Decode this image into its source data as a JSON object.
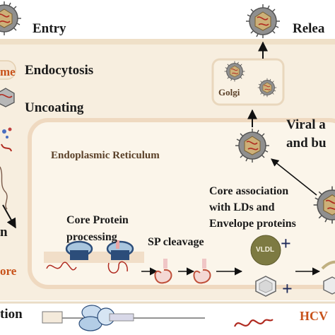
{
  "labels": {
    "entry": "Entry",
    "release": "Relea",
    "endosome_fragment": "me",
    "endocytosis": "Endocytosis",
    "uncoating": "Uncoating",
    "golgi": "Golgi",
    "viral_assembly_line1": "Viral a",
    "viral_assembly_line2": "and bu",
    "endoplasmic_reticulum": "Endoplasmic Reticulum",
    "core_association_line1": "Core association",
    "core_association_line2": "with LDs and",
    "core_association_line3": "Envelope proteins",
    "core_protein_line1": "Core Protein",
    "core_protein_line2": "processing",
    "sp_cleavage": "SP cleavage",
    "vldl": "VLDL",
    "plus": "+",
    "left_fragment_n": "n",
    "left_fragment_core": "ore",
    "left_fragment_tion": "tion",
    "hcv": "HCV"
  },
  "colors": {
    "background": "#ffffff",
    "cell_fill": "#f7eedf",
    "er_border": "#f0dcc6",
    "golgi_border": "#e9d7bd",
    "membrane": "#f1e2cc",
    "text": "#1a1a1a",
    "core_orange": "#c8521a",
    "virion_envelope": "#8a8a8a",
    "virion_core": "#c9a96e",
    "rna_red": "#b02a20",
    "vldl_fill": "#7d7a42",
    "lipid_droplet": "#bfbfbf",
    "ribosome_blue": "#2c4d7a",
    "ribosome_light": "#a9c6de",
    "pink_peptide": "#e9a5a5"
  }
}
